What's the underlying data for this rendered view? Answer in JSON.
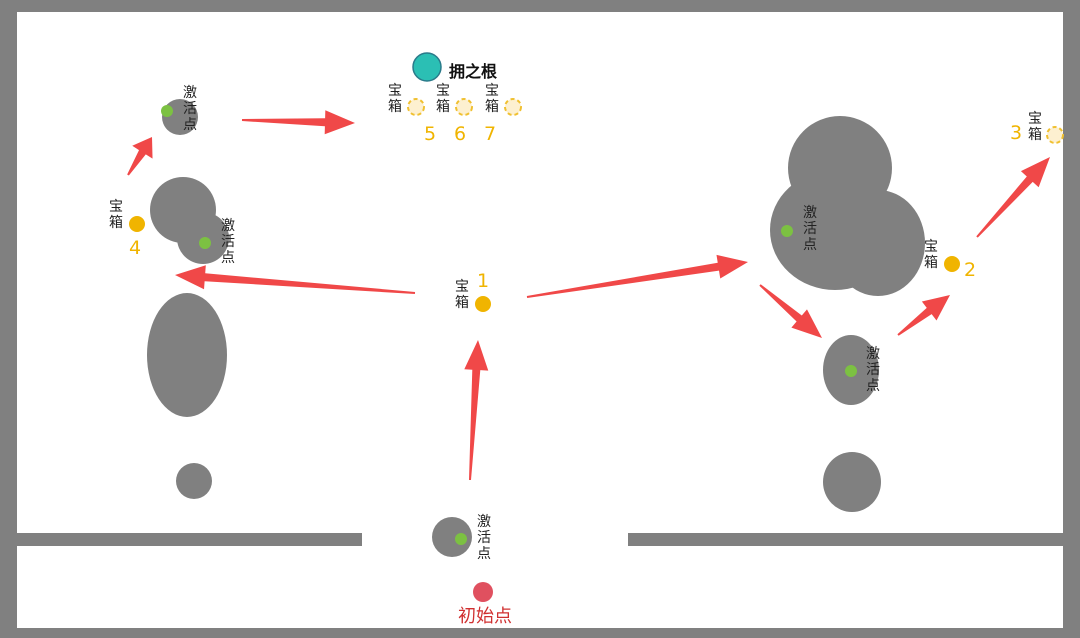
{
  "title": "拥之根",
  "start_label": "初始点",
  "activation_label": "激活点",
  "chest_label": "宝箱",
  "chests": [
    {
      "number": "1",
      "state": "normal"
    },
    {
      "number": "2",
      "state": "normal"
    },
    {
      "number": "3",
      "state": "dashed"
    },
    {
      "number": "4",
      "state": "normal"
    },
    {
      "number": "5",
      "state": "dashed"
    },
    {
      "number": "6",
      "state": "dashed"
    },
    {
      "number": "7",
      "state": "dashed"
    }
  ],
  "colors": {
    "wall": "#808080",
    "arrow": "#f04848",
    "chest": "#f0b400",
    "activation": "#7cc142",
    "boss": "#2bbfb4",
    "start": "#e0505f"
  }
}
